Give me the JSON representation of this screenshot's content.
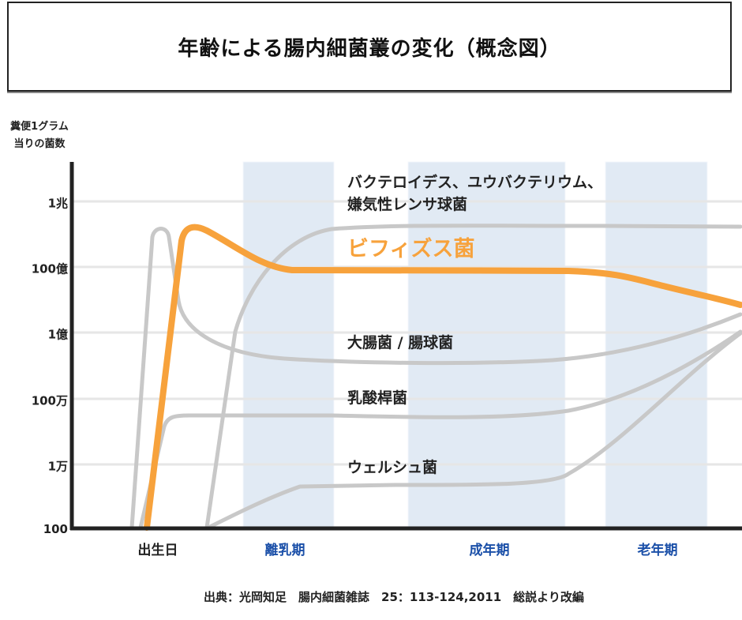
{
  "title": "年齢による腸内細菌叢の変化（概念図）",
  "y_axis": {
    "unit_line1": "糞便1グラム",
    "unit_line2": "当りの菌数",
    "ticks": [
      "1兆",
      "100億",
      "1億",
      "100万",
      "1万",
      "100"
    ]
  },
  "x_axis": {
    "ticks": [
      "出生日",
      "離乳期",
      "成年期",
      "老年期"
    ]
  },
  "labels": {
    "bacteroides_line1": "バクテロイデス、ユウバクテリウム、",
    "bacteroides_line2": "嫌気性レンサ球菌",
    "bifido": "ビフィズス菌",
    "ecoli": "大腸菌 / 腸球菌",
    "lacto": "乳酸桿菌",
    "welchii": "ウェルシュ菌"
  },
  "source": "出典：光岡知足　腸内細菌雑誌　25：113-124,2011　総説より改編",
  "colors": {
    "bifido": "#f7a23c",
    "other": "#c8c8c8",
    "stage_band": "#e1eaf4",
    "axis": "#222222",
    "grid": "#e6e6e6",
    "stage_label": "#1a4fa8"
  },
  "chart_data": {
    "type": "line",
    "title": "年齢による腸内細菌叢の変化（概念図）",
    "xlabel": "",
    "ylabel": "糞便1グラム当りの菌数",
    "y_scale": "log10",
    "y_ticks": [
      "100",
      "1万",
      "100万",
      "1億",
      "100億",
      "1兆"
    ],
    "y_tick_values_log10": [
      2,
      4,
      6,
      8,
      10,
      12
    ],
    "x_categories": [
      "出生日",
      "離乳期",
      "成年期",
      "老年期"
    ],
    "grid": true,
    "shaded_bands": [
      "離乳期",
      "成年期",
      "老年期"
    ],
    "series": [
      {
        "name": "バクテロイデス、ユウバクテリウム、嫌気性レンサ球菌",
        "color": "#c8c8c8",
        "points_log10": [
          [
            0.5,
            2
          ],
          [
            1.5,
            10.5
          ],
          [
            2.0,
            11.6
          ],
          [
            3.0,
            11.6
          ],
          [
            4.0,
            11.6
          ],
          [
            5.0,
            11.6
          ]
        ]
      },
      {
        "name": "ビフィズス菌",
        "color": "#f7a23c",
        "points_log10": [
          [
            0.3,
            2
          ],
          [
            0.6,
            11.7
          ],
          [
            1.0,
            11.2
          ],
          [
            1.8,
            10.0
          ],
          [
            3.0,
            10.0
          ],
          [
            4.0,
            10.0
          ],
          [
            4.5,
            9.8
          ],
          [
            5.0,
            9.0
          ]
        ]
      },
      {
        "name": "大腸菌 / 腸球菌",
        "color": "#c8c8c8",
        "points_log10": [
          [
            0.1,
            2
          ],
          [
            0.3,
            11.6
          ],
          [
            0.5,
            9.0
          ],
          [
            1.5,
            7.1
          ],
          [
            3.0,
            7.0
          ],
          [
            4.0,
            7.3
          ],
          [
            5.0,
            8.8
          ]
        ]
      },
      {
        "name": "乳酸桿菌",
        "color": "#c8c8c8",
        "points_log10": [
          [
            0.2,
            2
          ],
          [
            0.4,
            5.5
          ],
          [
            1.0,
            5.7
          ],
          [
            3.0,
            5.7
          ],
          [
            4.0,
            6.1
          ],
          [
            5.0,
            8.0
          ]
        ]
      },
      {
        "name": "ウェルシュ菌",
        "color": "#c8c8c8",
        "points_log10": [
          [
            0.55,
            2
          ],
          [
            1.0,
            2.8
          ],
          [
            1.5,
            3.4
          ],
          [
            3.0,
            3.3
          ],
          [
            4.0,
            4.3
          ],
          [
            5.0,
            8.0
          ]
        ]
      }
    ]
  }
}
